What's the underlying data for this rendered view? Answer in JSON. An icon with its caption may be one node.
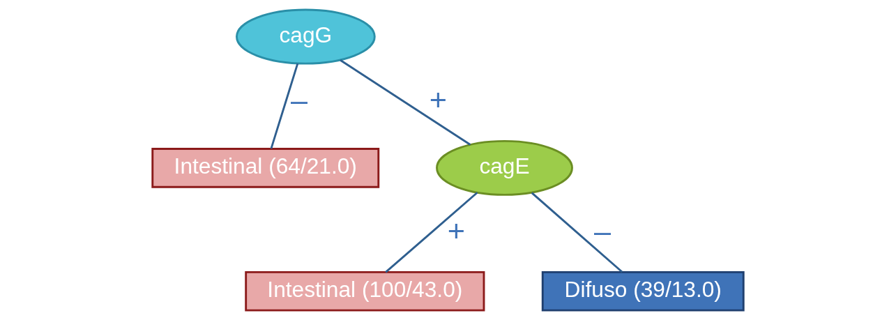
{
  "diagram": {
    "nodes": [
      {
        "text": [
          "cagG"
        ]
      },
      {
        "text": [
          "Intestinal (64/21.0)"
        ]
      },
      {
        "text": [
          "cagE"
        ]
      },
      {
        "text": [
          "Intestinal (100/43.0)"
        ]
      },
      {
        "text": [
          "Difuso (39/13.0)"
        ]
      }
    ],
    "edges": [
      {
        "from": 0,
        "to": 1,
        "arrow": "none",
        "label": "–"
      },
      {
        "from": 0,
        "to": 2,
        "arrow": "none",
        "label": "+"
      },
      {
        "from": 2,
        "to": 3,
        "arrow": "none",
        "label": "+"
      },
      {
        "from": 2,
        "to": 4,
        "arrow": "none",
        "label": "–"
      }
    ]
  }
}
